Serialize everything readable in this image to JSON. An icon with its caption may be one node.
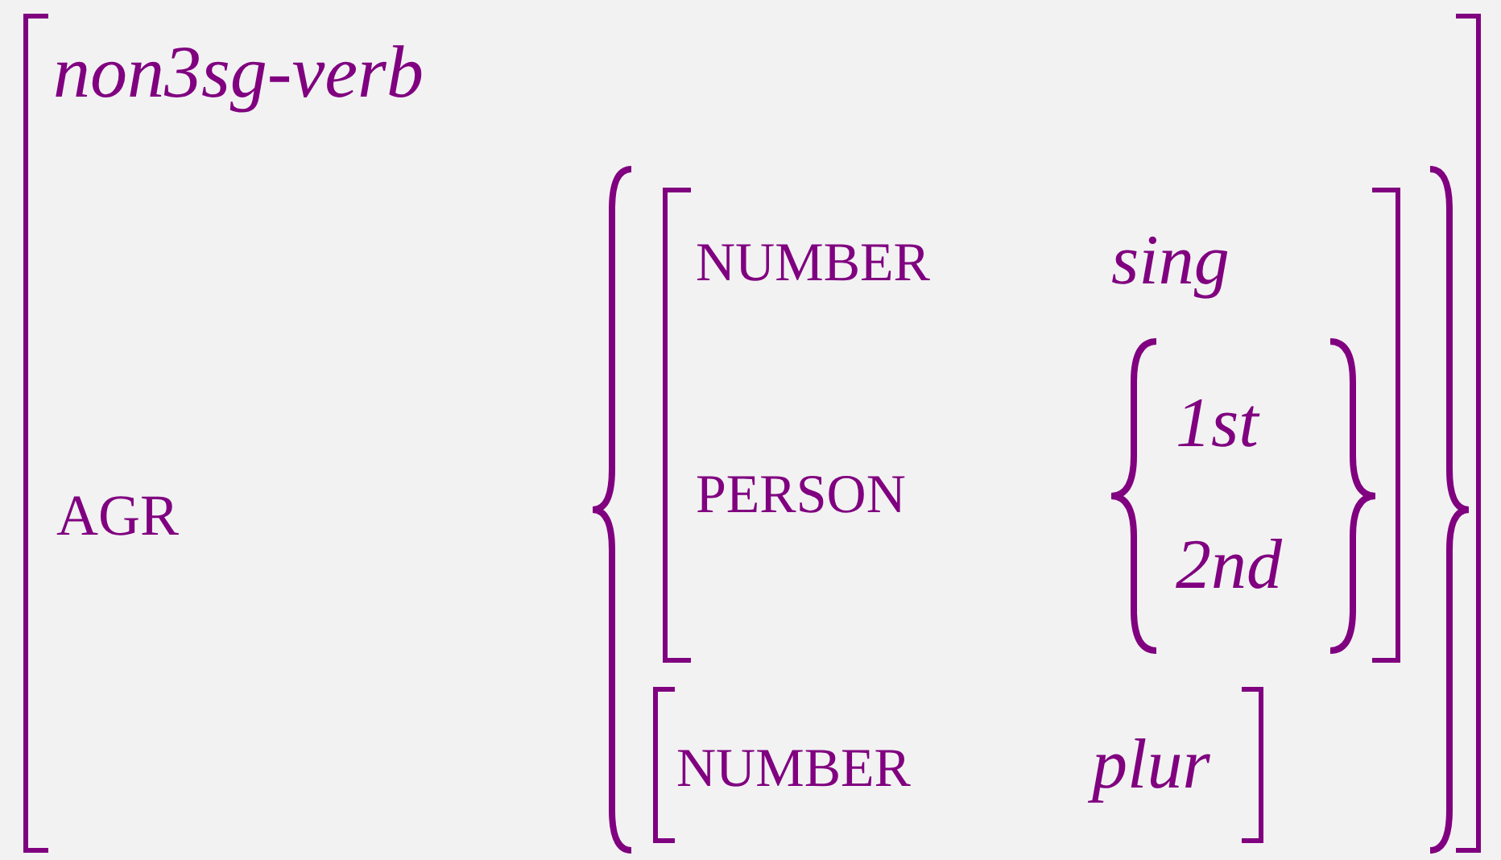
{
  "diagram": {
    "labels": [
      "non3sg-verb",
      "AGR",
      "NUMBER",
      "sing",
      "PERSON",
      "1st",
      "2nd",
      "NUMBER",
      "plur"
    ]
  }
}
